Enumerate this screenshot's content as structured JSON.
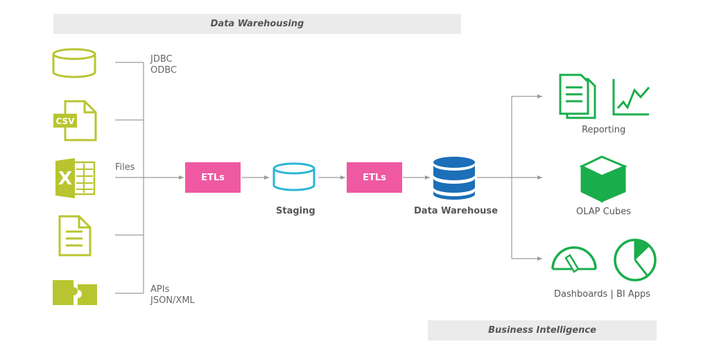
{
  "banners": {
    "top": "Data Warehousing",
    "bottom": "Business Intelligence"
  },
  "sources": {
    "connectors_top": [
      "JDBC",
      "ODBC"
    ],
    "files_label": "Files",
    "connectors_bottom": [
      "APIs",
      "JSON/XML"
    ],
    "csv_badge": "CSV",
    "excel_letter": "X"
  },
  "pipeline": {
    "etl_1": "ETLs",
    "staging": "Staging",
    "etl_2": "ETLs",
    "warehouse": "Data Warehouse"
  },
  "outputs": {
    "reporting": "Reporting",
    "olap": "OLAP Cubes",
    "dashboards": "Dashboards | BI Apps"
  },
  "colors": {
    "source_green": "#b8c530",
    "etl_pink": "#ef59a1",
    "staging_cyan": "#29b6d3",
    "warehouse_blue": "#1c6fb8",
    "bi_green": "#1aad4b",
    "line_gray": "#999999"
  }
}
